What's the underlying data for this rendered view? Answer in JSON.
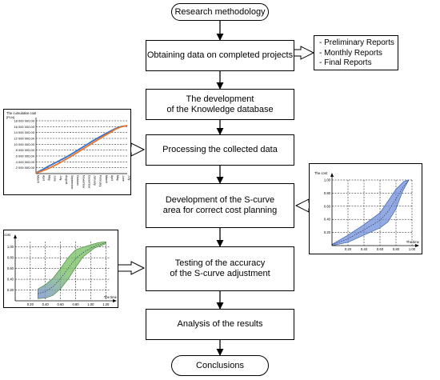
{
  "flow": {
    "start": "Research methodology",
    "step1": "Obtaining data on completed projects",
    "step2": "The development\nof the Knowledge database",
    "step3": "Processing the collected data",
    "step4": "Development of the S-curve\narea for correct cost planning",
    "step5": "Testing of the accuracy\nof the S-curve adjustment",
    "step6": "Analysis of the results",
    "end": "Conclusions"
  },
  "reports": [
    "- Preliminary Reports",
    "- Monthly Reports",
    "- Final Reports"
  ],
  "chart_data": [
    {
      "type": "line",
      "title": "The cumulative cost",
      "ylabel": "[PLN]",
      "yticks": [
        "18 000 000.00",
        "16 000 000.00",
        "14 000 000.00",
        "12 000 000.00",
        "10 000 000.00",
        "8 000 000.00",
        "6 000 000.00",
        "4 000 000.00",
        "2 000 000.00"
      ],
      "ylim": [
        0,
        18000000
      ],
      "categories": [
        "March",
        "April",
        "May",
        "June",
        "July",
        "August",
        "September",
        "October",
        "November",
        "December",
        "January",
        "February",
        "March",
        "April",
        "May",
        "June",
        "July"
      ],
      "series": [
        {
          "color": "#3a6fc4",
          "values": [
            300000,
            1200000,
            2300000,
            3300000,
            4300000,
            5300000,
            6400000,
            7600000,
            8800000,
            10000000,
            11200000,
            12300000,
            13400000,
            14400000,
            15400000,
            16100000,
            16300000
          ]
        },
        {
          "color": "#e8762d",
          "values": [
            200000,
            800000,
            1600000,
            2500000,
            3500000,
            4600000,
            5700000,
            6900000,
            8100000,
            9300000,
            10500000,
            11700000,
            12900000,
            14000000,
            15200000,
            16000000,
            16400000
          ]
        }
      ],
      "grid": true
    },
    {
      "type": "area",
      "ylabel": "The cost",
      "xlabel": "The time",
      "xticks": [
        "0.20",
        "0.40",
        "0.60",
        "0.80",
        "1.00"
      ],
      "yticks": [
        "0.20",
        "0.40",
        "0.60",
        "0.80",
        "1.00"
      ],
      "xlim": [
        0,
        1
      ],
      "ylim": [
        0,
        1
      ],
      "band_color": "#6f8fd8",
      "upper": [
        [
          0,
          0.02
        ],
        [
          0.2,
          0.16
        ],
        [
          0.4,
          0.32
        ],
        [
          0.6,
          0.5
        ],
        [
          0.7,
          0.68
        ],
        [
          0.8,
          0.86
        ],
        [
          0.9,
          0.98
        ],
        [
          0.96,
          1.0
        ]
      ],
      "lower": [
        [
          0.96,
          1.0
        ],
        [
          0.88,
          0.82
        ],
        [
          0.8,
          0.56
        ],
        [
          0.7,
          0.36
        ],
        [
          0.6,
          0.27
        ],
        [
          0.4,
          0.16
        ],
        [
          0.2,
          0.05
        ],
        [
          0,
          0.0
        ]
      ],
      "grid": true
    },
    {
      "type": "area",
      "ylabel": "The cost",
      "xlabel": "The time",
      "xticks": [
        "0.20",
        "0.40",
        "0.60",
        "0.80",
        "1.00",
        "1.20"
      ],
      "yticks": [
        "0.20",
        "0.40",
        "0.60",
        "0.80",
        "1.00"
      ],
      "xlim": [
        0,
        1.25
      ],
      "ylim": [
        0,
        1.1
      ],
      "band_colors": [
        "#7a8fd0",
        "#7cc26a"
      ],
      "upper": [
        [
          0.3,
          0.22
        ],
        [
          0.4,
          0.3
        ],
        [
          0.5,
          0.42
        ],
        [
          0.6,
          0.6
        ],
        [
          0.7,
          0.8
        ],
        [
          0.8,
          0.95
        ],
        [
          0.95,
          1.02
        ],
        [
          1.1,
          1.08
        ],
        [
          1.2,
          1.1
        ]
      ],
      "lower": [
        [
          1.2,
          1.06
        ],
        [
          1.05,
          0.98
        ],
        [
          0.9,
          0.82
        ],
        [
          0.8,
          0.62
        ],
        [
          0.7,
          0.4
        ],
        [
          0.6,
          0.22
        ],
        [
          0.5,
          0.1
        ],
        [
          0.4,
          0.05
        ],
        [
          0.3,
          0.04
        ]
      ],
      "grid": true
    }
  ]
}
